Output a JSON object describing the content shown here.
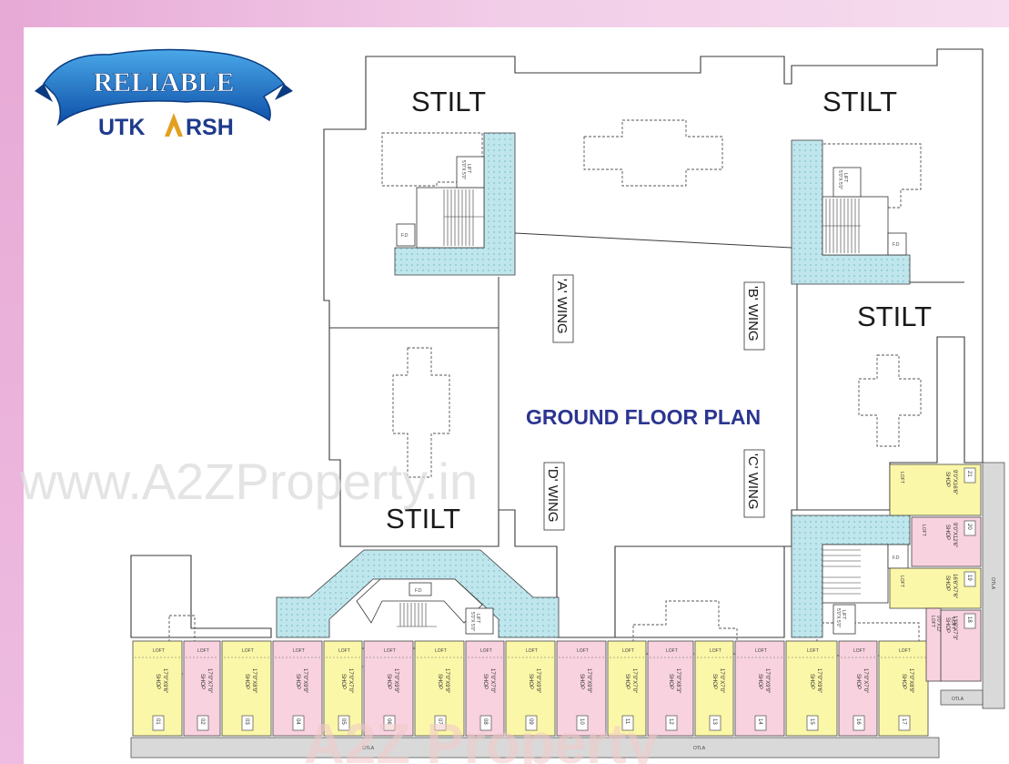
{
  "logo": {
    "word_top": "RELIABLE",
    "word_bottom_left": "UTK",
    "word_bottom_right": "RSH"
  },
  "plan_title": "GROUND FLOOR PLAN",
  "stilt_labels": [
    "STILT",
    "STILT",
    "STILT",
    "STILT"
  ],
  "wings": [
    "'A' WING",
    "'B' WING",
    "'C' WING",
    "'D' WING"
  ],
  "core_labels": {
    "lift": "LIFT",
    "lift_size": "5'0\"X 5'0\"",
    "fire_duct": "F.D"
  },
  "loft_label": "LOFT",
  "shop_label": "SHOP",
  "otla_label": "OTLA",
  "bottom_shops": [
    {
      "no": "01",
      "size": "17'0\"X9'6\"",
      "color": "yellow"
    },
    {
      "no": "02",
      "size": "17'0\"X7'0\"",
      "color": "pink"
    },
    {
      "no": "03",
      "size": "17'0\"X8'9\"",
      "color": "yellow"
    },
    {
      "no": "04",
      "size": "17'0\"X9'9\"",
      "color": "pink"
    },
    {
      "no": "05",
      "size": "17'0\"X7'0\"",
      "color": "yellow"
    },
    {
      "no": "06",
      "size": "17'0\"X9'9\"",
      "color": "pink"
    },
    {
      "no": "07",
      "size": "17'0\"X9'9\"",
      "color": "yellow"
    },
    {
      "no": "08",
      "size": "17'0\"X7'0\"",
      "color": "pink"
    },
    {
      "no": "09",
      "size": "17'0\"X9'9\"",
      "color": "yellow"
    },
    {
      "no": "10",
      "size": "17'0\"X9'9\"",
      "color": "pink"
    },
    {
      "no": "11",
      "size": "17'0\"X7'0\"",
      "color": "yellow"
    },
    {
      "no": "12",
      "size": "17'0\"X8'3\"",
      "color": "pink"
    },
    {
      "no": "13",
      "size": "17'0\"X7'0\"",
      "color": "yellow"
    },
    {
      "no": "14",
      "size": "17'0\"X9'9\"",
      "color": "pink"
    },
    {
      "no": "15",
      "size": "17'0\"X9'6\"",
      "color": "yellow"
    },
    {
      "no": "16",
      "size": "17'0\"X7'0\"",
      "color": "pink"
    },
    {
      "no": "17",
      "size": "17'0\"X8'9\"",
      "color": "yellow"
    }
  ],
  "right_shops": [
    {
      "no": "21",
      "size": "9'0\"X16'6\"",
      "color": "yellow"
    },
    {
      "no": "20",
      "size": "9'0\"X12'6\"",
      "color": "pink"
    },
    {
      "no": "19",
      "size": "16'6\"X7'6\"",
      "color": "yellow"
    },
    {
      "no": "18",
      "size": "13'6\"X7'3\"",
      "color": "pink"
    }
  ],
  "corner_loft_size": "9'0\"X12'",
  "watermarks": [
    "www.A2ZProperty.in",
    "A2Z Property"
  ],
  "colors": {
    "brand_blue": "#2b3590",
    "lobby_tile": "#bfe6ec",
    "shop_yellow": "#fbf7a8",
    "shop_pink": "#f8d2df",
    "band_pink": "#e7a9d6"
  }
}
